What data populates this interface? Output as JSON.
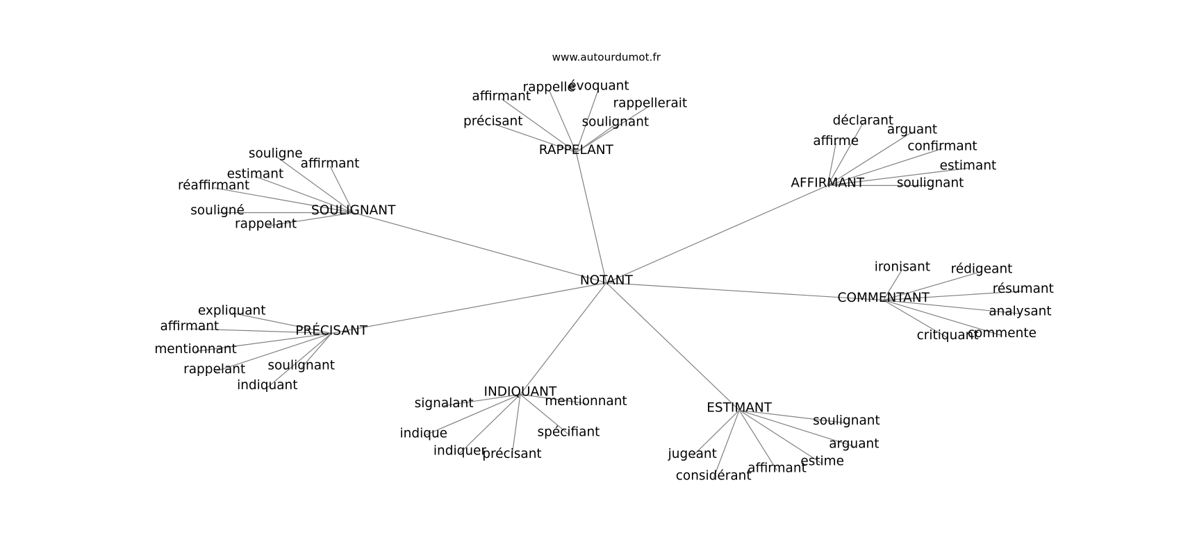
{
  "title": "www.autourdumot.fr",
  "center": "NOTANT",
  "groups": [
    {
      "label": "RAPPELANT",
      "leaves": [
        "affirmant",
        "rappelle",
        "évoquant",
        "rappellerait",
        "soulignant",
        "précisant"
      ]
    },
    {
      "label": "SOULIGNANT",
      "leaves": [
        "souligne",
        "affirmant",
        "estimant",
        "réaffirmant",
        "souligné",
        "rappelant"
      ]
    },
    {
      "label": "AFFIRMANT",
      "leaves": [
        "déclarant",
        "affirme",
        "arguant",
        "confirmant",
        "estimant",
        "soulignant"
      ]
    },
    {
      "label": "COMMENTANT",
      "leaves": [
        "ironisant",
        "rédigeant",
        "résumant",
        "analysant",
        "commente",
        "critiquant"
      ]
    },
    {
      "label": "PRÉCISANT",
      "leaves": [
        "expliquant",
        "affirmant",
        "mentionnant",
        "rappelant",
        "soulignant",
        "indiquant"
      ]
    },
    {
      "label": "INDIQUANT",
      "leaves": [
        "signalant",
        "indique",
        "indiquer",
        "précisant",
        "spécifiant",
        "mentionnant"
      ]
    },
    {
      "label": "ESTIMANT",
      "leaves": [
        "soulignant",
        "arguant",
        "estime",
        "affirmant",
        "considérant",
        "jugeant"
      ]
    }
  ]
}
